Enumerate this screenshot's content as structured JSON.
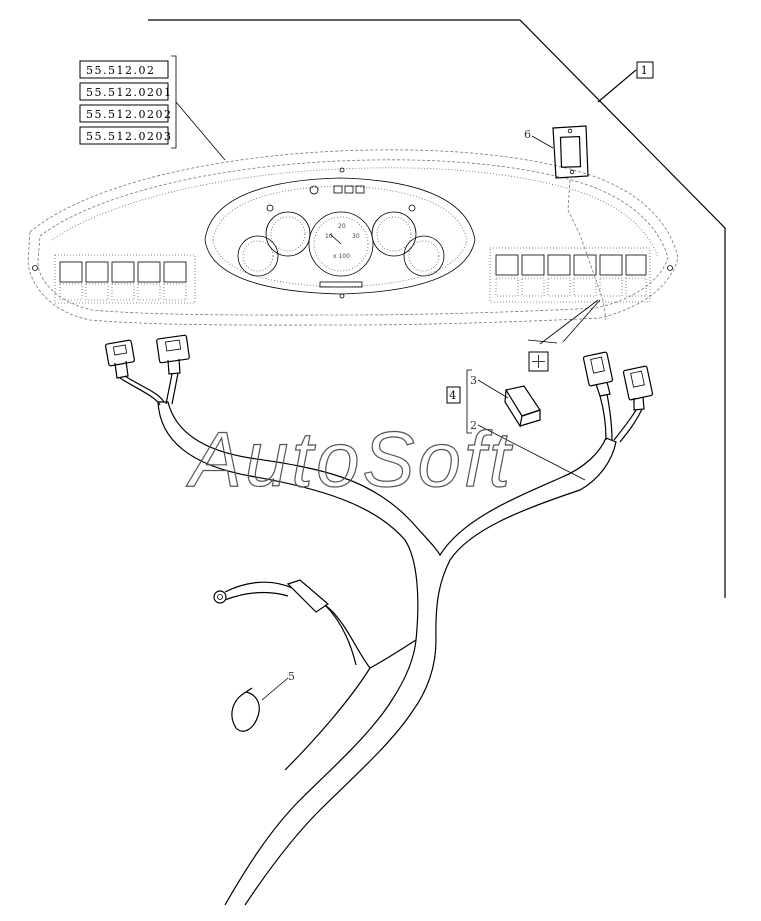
{
  "references": [
    "55.512.02",
    "55.512.0201",
    "55.512.0202",
    "55.512.0203"
  ],
  "callouts": {
    "box_1": "1",
    "box_4": "4",
    "item_2": "2",
    "item_3": "3",
    "item_5": "5",
    "item_6": "6"
  },
  "gauges": {
    "speed_ticks": [
      "10",
      "20",
      "30"
    ],
    "speed_unit": "x 100"
  },
  "watermark": "AutoSoft"
}
